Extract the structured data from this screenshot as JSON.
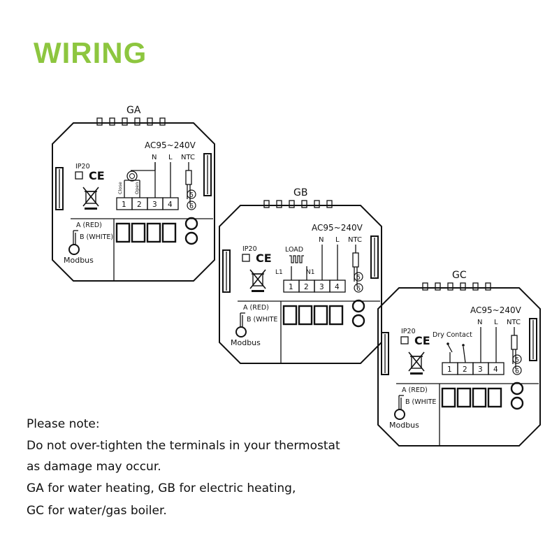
{
  "title": "WIRING",
  "colors": {
    "title": "#8dc63f",
    "line": "#111111",
    "background": "#ffffff"
  },
  "thermostats": [
    {
      "id": "GA",
      "label": "GA",
      "ip": "IP20",
      "ce": "CE",
      "power": "AC95~240V",
      "n": "N",
      "l": "L",
      "ntc": "NTC",
      "close": "Close",
      "open": "Open",
      "terminals": [
        "1",
        "2",
        "3",
        "4"
      ],
      "ntc_terminals": [
        "5",
        "6"
      ],
      "a": "A (RED)",
      "b": "B (WHITE)",
      "modbus": "Modbus"
    },
    {
      "id": "GB",
      "label": "GB",
      "ip": "IP20",
      "ce": "CE",
      "power": "AC95~240V",
      "n": "N",
      "l": "L",
      "ntc": "NTC",
      "load": "LOAD",
      "l1": "L1",
      "n1": "N1",
      "terminals": [
        "1",
        "2",
        "3",
        "4"
      ],
      "ntc_terminals": [
        "5",
        "6"
      ],
      "a": "A (RED)",
      "b": "B (WHITE",
      "modbus": "Modbus"
    },
    {
      "id": "GC",
      "label": "GC",
      "ip": "IP20",
      "ce": "CE",
      "power": "AC95~240V",
      "n": "N",
      "l": "L",
      "ntc": "NTC",
      "dry": "Dry Contact",
      "terminals": [
        "1",
        "2",
        "3",
        "4"
      ],
      "ntc_terminals": [
        "5",
        "6"
      ],
      "a": "A (RED)",
      "b": "B (WHITE",
      "modbus": "Modbus"
    }
  ],
  "notes": {
    "heading": "Please note:",
    "line1": "Do not over-tighten the terminals in your thermostat",
    "line2": "as damage may occur.",
    "line3": "GA for water heating, GB for electric heating,",
    "line4": "GC for water/gas boiler."
  }
}
